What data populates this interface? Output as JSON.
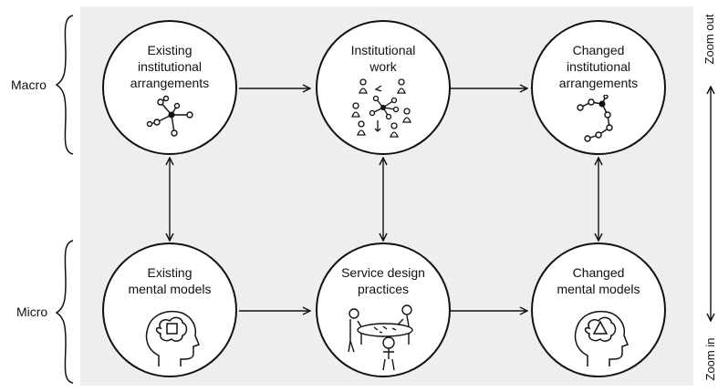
{
  "levels": {
    "macro": "Macro",
    "micro": "Micro"
  },
  "zoom": {
    "out": "Zoom out",
    "in": "Zoom in"
  },
  "nodes": {
    "existing_arrangements": {
      "label": "Existing\ninstitutional\narrangements",
      "icon": "network-icon"
    },
    "institutional_work": {
      "label": "Institutional\nwork",
      "icon": "people-network-icon"
    },
    "changed_arrangements": {
      "label": "Changed\ninstitutional\narrangements",
      "icon": "network-icon"
    },
    "existing_mental_models": {
      "label": "Existing\nmental models",
      "icon": "head-square-icon"
    },
    "service_design": {
      "label": "Service design\npractices",
      "icon": "table-meeting-icon"
    },
    "changed_mental_models": {
      "label": "Changed\nmental models",
      "icon": "head-triangle-icon"
    }
  },
  "colors": {
    "background_panel": "#eeeeee",
    "stroke": "#111111"
  }
}
